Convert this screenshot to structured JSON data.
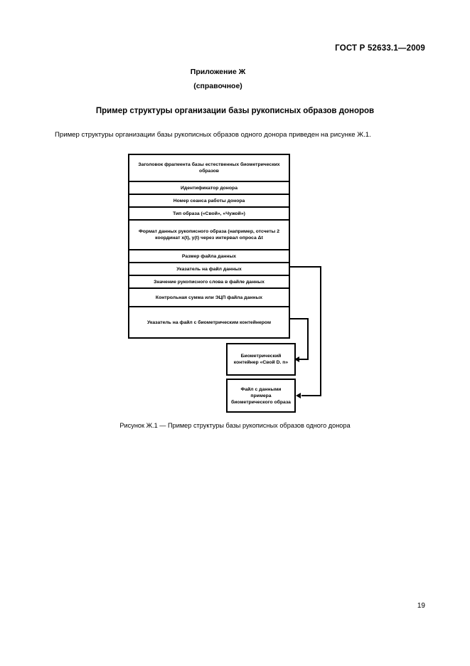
{
  "document": {
    "header": "ГОСТ Р 52633.1—2009",
    "page_number": "19"
  },
  "annex": {
    "title": "Приложение Ж",
    "subtitle": "(справочное)"
  },
  "section": {
    "title": "Пример структуры организации базы рукописных образов доноров",
    "intro": "Пример структуры организации базы рукописных образов одного донора приведен на рисунке Ж.1."
  },
  "figure": {
    "caption": "Рисунок Ж.1 — Пример структуры базы рукописных образов одного донора",
    "main_table_rows": [
      "Заголовок фрагмента базы естественных биометрических образов",
      "Идентификатор донора",
      "Номер сеанса работы донора",
      "Тип образа («Свой», «Чужой»)",
      "Формат данных рукописного образа (например, отсчеты 2 координат x(t), y(t) через интервал опроса Δt",
      "Размер файла данных",
      "Указатель на файл данных",
      "Значение рукописного слова в файле данных",
      "Контрольная сумма или ЭЦП файла данных",
      "Указатель на файл с биометрическим контейнером"
    ],
    "side_boxes": [
      "Биометрический контейнер «Свой D. n»",
      "Файл с данными примера биометрического образа"
    ]
  }
}
